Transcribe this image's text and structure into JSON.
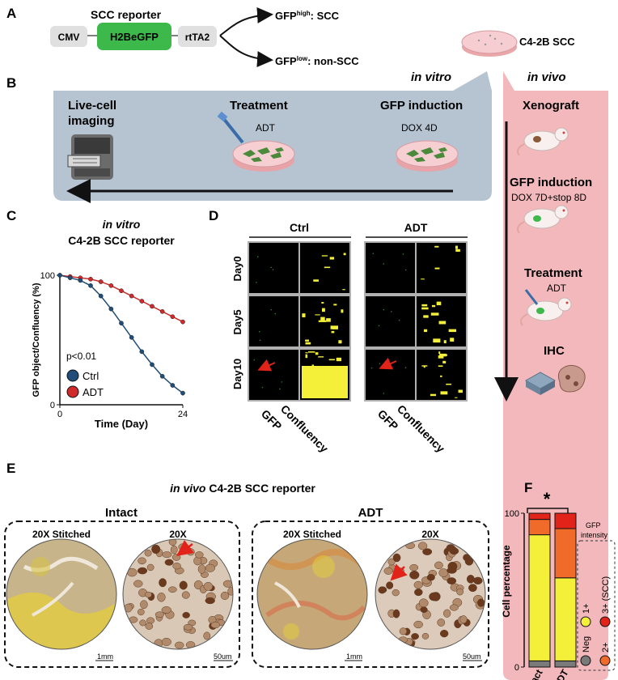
{
  "panels": [
    "A",
    "B",
    "C",
    "D",
    "E",
    "F"
  ],
  "colors": {
    "gfp_green": "#3cb94a",
    "blue_panel": "#b6c4d2",
    "pink_panel": "#f2b8bb",
    "ctrl_blue": "#1f4e79",
    "adt_red": "#d02a2a",
    "yellow": "#f4f03a",
    "orange": "#f06a2a",
    "red": "#e2231a",
    "grey": "#7a7a7a"
  },
  "panel_a": {
    "title": "SCC reporter",
    "cmv": "CMV",
    "h2b": "H2BeGFP",
    "rtta": "rtTA2",
    "gfp_high_base": "GFP",
    "gfp_high_sup": "high",
    "gfp_high_rest": ": SCC",
    "gfp_low_base": "GFP",
    "gfp_low_sup": "low",
    "gfp_low_rest": ": non-SCC",
    "dish_label": "C4-2B SCC"
  },
  "panel_b": {
    "in_vitro": "in vitro",
    "in_vivo": "in vivo",
    "live_cell_1": "Live-cell",
    "live_cell_2": "imaging",
    "treatment": "Treatment",
    "adt": "ADT",
    "gfp_induction": "GFP induction",
    "dox4d": "DOX 4D",
    "xenograft": "Xenograft",
    "vivo_gfp_induction": "GFP induction",
    "dox7d": "DOX 7D+stop 8D",
    "vivo_treatment": "Treatment",
    "vivo_adt": "ADT",
    "ihc": "IHC"
  },
  "panel_c": {
    "title_italic": "in vitro",
    "title": "C4-2B SCC reporter",
    "pvalue": "p<0.01",
    "chart_data": {
      "type": "line",
      "xlabel": "Time (Day)",
      "ylabel": "GFP object/Confluency (%)",
      "xlim": [
        0,
        24
      ],
      "ylim": [
        0,
        100
      ],
      "xticks": [
        "0",
        "24"
      ],
      "yticks": [
        "0",
        "100"
      ],
      "series": [
        {
          "name": "Ctrl",
          "x": [
            0,
            2,
            4,
            6,
            8,
            10,
            12,
            14,
            16,
            18,
            20,
            22,
            24
          ],
          "y": [
            100,
            98,
            96,
            92,
            84,
            74,
            63,
            52,
            41,
            31,
            22,
            15,
            9
          ]
        },
        {
          "name": "ADT",
          "x": [
            0,
            2,
            4,
            6,
            8,
            10,
            12,
            14,
            16,
            18,
            20,
            22,
            24
          ],
          "y": [
            100,
            99,
            98,
            97,
            95,
            92,
            88,
            84,
            80,
            76,
            72,
            68,
            64
          ]
        }
      ]
    }
  },
  "panel_d": {
    "ctrl": "Ctrl",
    "adt": "ADT",
    "rows": [
      "Day0",
      "Day5",
      "Day10"
    ],
    "col_gfp": "GFP",
    "col_conf": "Confluency"
  },
  "panel_e": {
    "title_italic": "in vivo",
    "title": "C4-2B SCC reporter",
    "intact": "Intact",
    "adt": "ADT",
    "stitched": "20X Stitched",
    "twentyx": "20X",
    "scale_1mm": "1mm",
    "scale_50um": "50um"
  },
  "panel_f": {
    "star": "*",
    "ylabel": "Cell percentage",
    "legend_title_1": "GFP",
    "legend_title_2": "intensity",
    "legend": [
      "Neg",
      "1+",
      "2+",
      "3+ (SCC)"
    ],
    "chart_data": {
      "type": "bar",
      "stacked": true,
      "categories": [
        "Intact",
        "ADT"
      ],
      "ylim": [
        0,
        100
      ],
      "yticks": [
        "0",
        "100"
      ],
      "series": [
        {
          "name": "Neg",
          "values": [
            4,
            4
          ]
        },
        {
          "name": "1+",
          "values": [
            82,
            54
          ]
        },
        {
          "name": "2+",
          "values": [
            10,
            32
          ]
        },
        {
          "name": "3+ (SCC)",
          "values": [
            4,
            10
          ]
        }
      ]
    }
  }
}
